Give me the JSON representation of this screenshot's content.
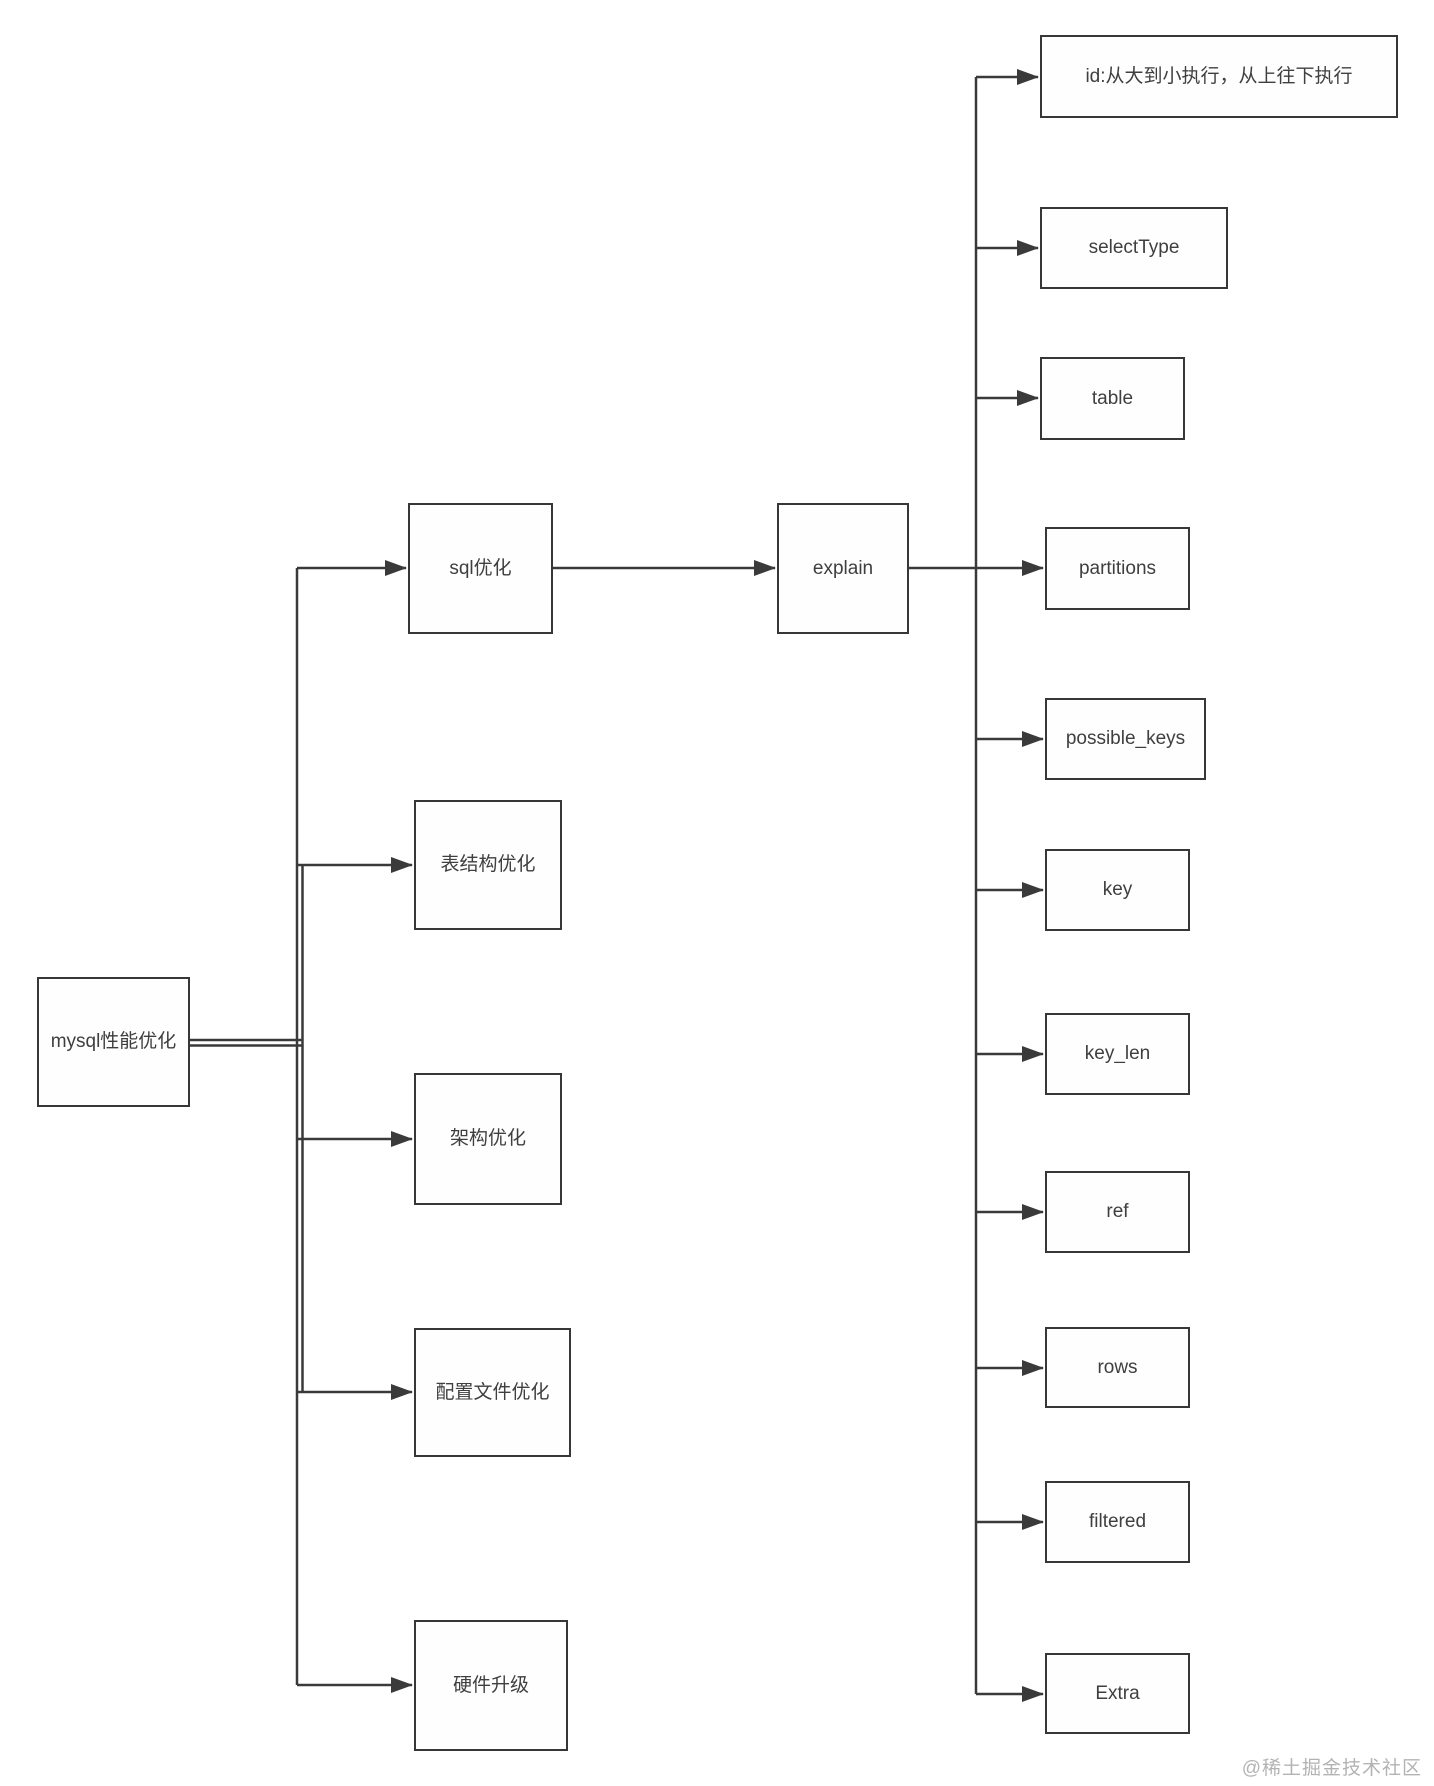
{
  "diagram": {
    "title_node": {
      "label": "mysql性能优化"
    },
    "level1": [
      {
        "label": "sql优化"
      },
      {
        "label": "表结构优化"
      },
      {
        "label": "架构优化"
      },
      {
        "label": "配置文件优化"
      },
      {
        "label": "硬件升级"
      }
    ],
    "explain_node": {
      "label": "explain"
    },
    "explain_children": [
      {
        "label": "id:从大到小执行，从上往下执行"
      },
      {
        "label": "selectType"
      },
      {
        "label": "table"
      },
      {
        "label": "partitions"
      },
      {
        "label": "possible_keys"
      },
      {
        "label": "key"
      },
      {
        "label": "key_len"
      },
      {
        "label": "ref"
      },
      {
        "label": "rows"
      },
      {
        "label": "filtered"
      },
      {
        "label": "Extra"
      }
    ]
  },
  "watermark": "@稀土掘金技术社区",
  "colors": {
    "box_border": "#373737",
    "connector": "#3a3a3a",
    "box_fill": "#fefefe",
    "text": "#3f3f3f",
    "watermark": "#b3b3b3",
    "background": "#ffffff"
  }
}
